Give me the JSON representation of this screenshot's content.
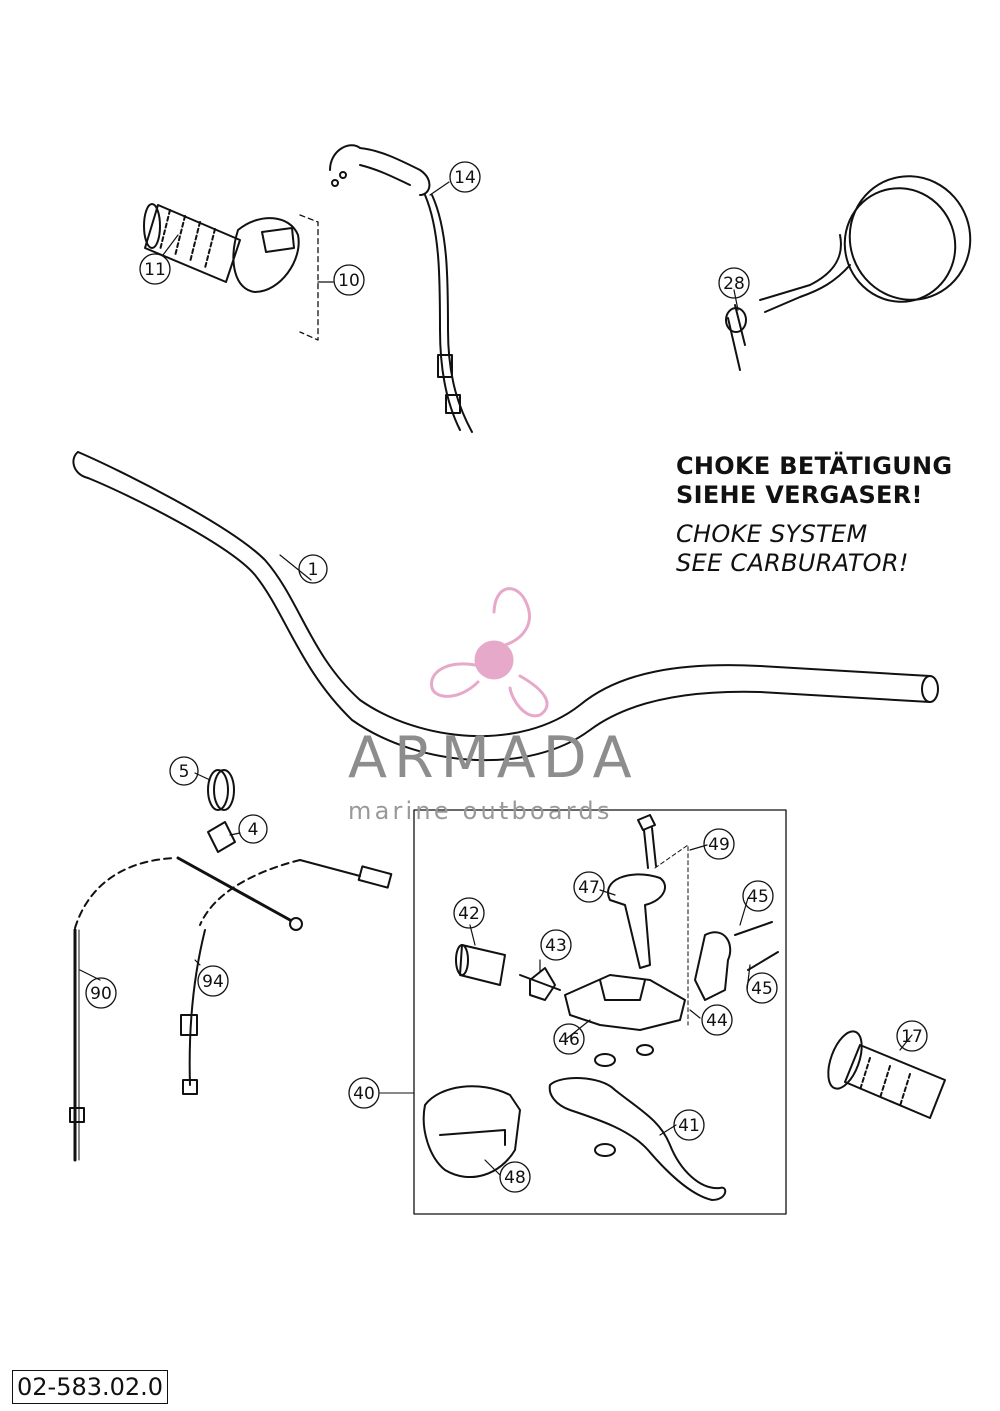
{
  "note_de": [
    "CHOKE BETÄTIGUNG",
    "SIEHE VERGASER!"
  ],
  "note_en": [
    "CHOKE SYSTEM",
    "SEE CARBURATOR!"
  ],
  "watermark": {
    "title": "ARMADA",
    "subtitle": "marine outboards",
    "pink": "#e6a9c9",
    "gray": "#8d8d8d"
  },
  "diagram_code": "02-583.02.0",
  "callouts": [
    "1",
    "4",
    "5",
    "10",
    "11",
    "14",
    "17",
    "28",
    "40",
    "41",
    "42",
    "43",
    "44",
    "45",
    "45",
    "46",
    "47",
    "48",
    "49",
    "90",
    "94"
  ]
}
